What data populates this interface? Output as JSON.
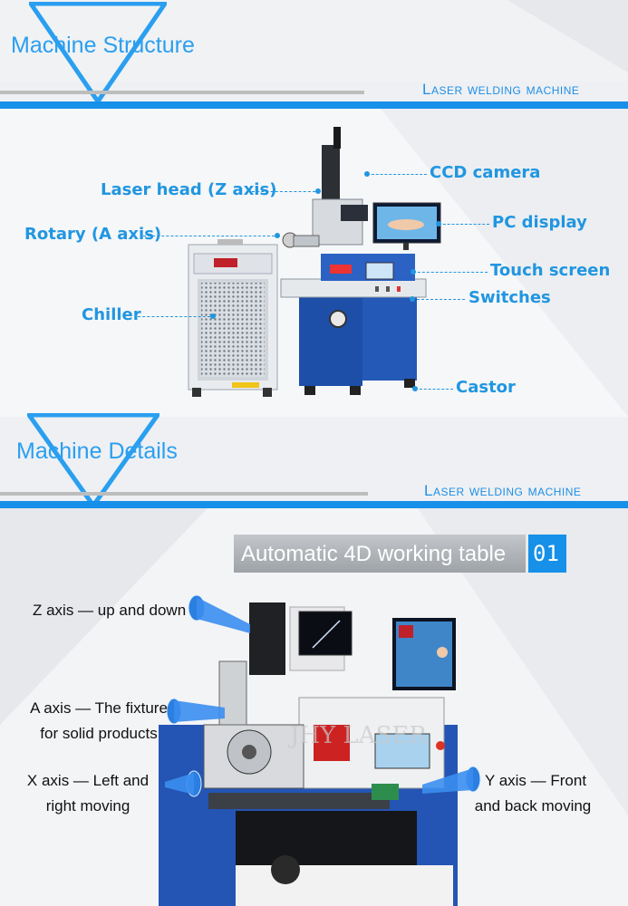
{
  "section1": {
    "title": "Machine Structure",
    "subtitle": "Laser welding machine"
  },
  "structure_labels": {
    "laser_head": "Laser head (Z axis)",
    "ccd_camera": "CCD camera",
    "rotary": "Rotary (A axis)",
    "pc_display": "PC display",
    "touch_screen": "Touch screen",
    "switches": "Switches",
    "chiller": "Chiller",
    "castor": "Castor"
  },
  "section2": {
    "title": "Machine Details",
    "subtitle": "Laser welding machine"
  },
  "feature": {
    "title": "Automatic 4D working table",
    "number": "01"
  },
  "axis_labels": {
    "z_line1": "Z axis — up and down",
    "a_line1": "A axis — The fixture",
    "a_line2": "for solid products",
    "x_line1": "X axis — Left and",
    "x_line2": "right moving",
    "y_line1": "Y axis — Front",
    "y_line2": "and back moving"
  },
  "colors": {
    "accent": "#1690e8",
    "label_blue": "#2196e0",
    "background": "#eef0f3"
  }
}
